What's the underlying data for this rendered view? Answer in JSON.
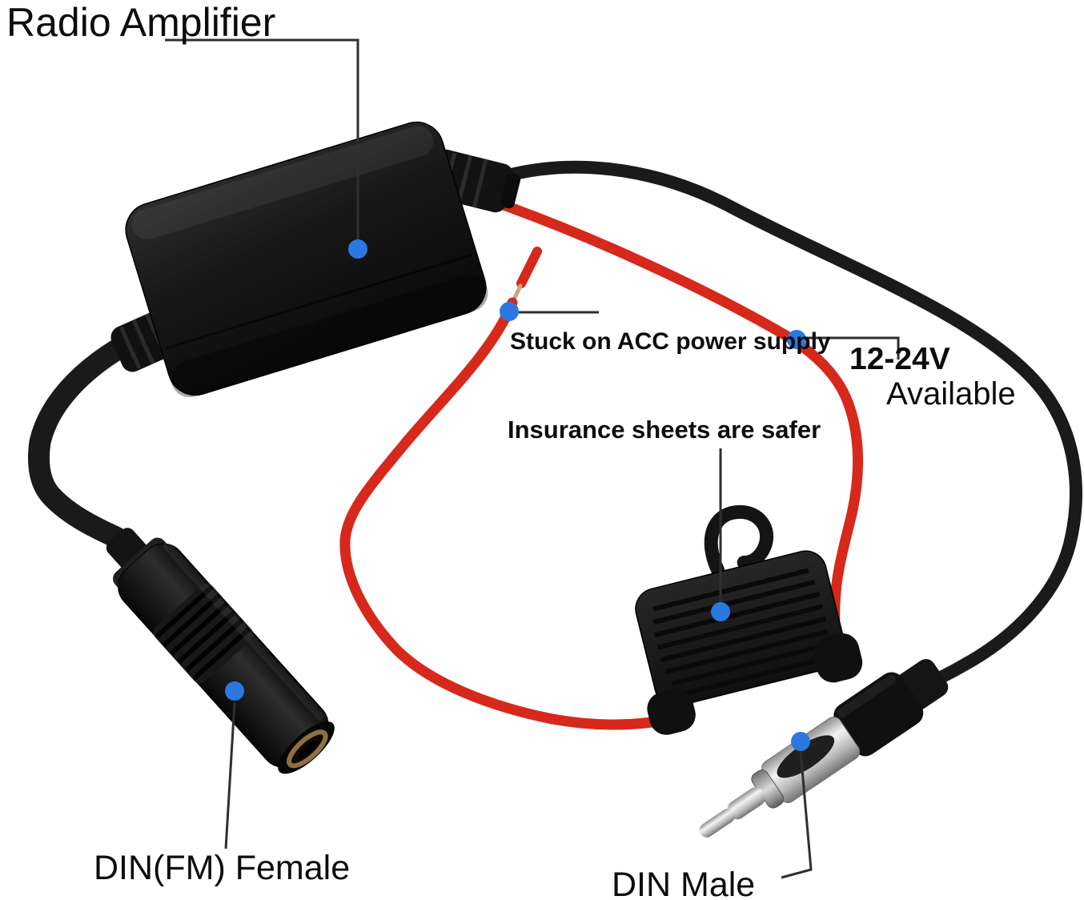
{
  "labels": {
    "amplifier": "Radio Amplifier",
    "acc": "Stuck on ACC power supply",
    "voltage": "12-24V",
    "voltage_sub": "Available",
    "fuse": "Insurance sheets are safer",
    "female": "DIN(FM) Female",
    "male": "DIN Male"
  },
  "colors": {
    "marker": "#2b79e0",
    "wire_red": "#d7281c",
    "wire_red_dark": "#a81410",
    "wire_black": "#1a1a1a",
    "bare_wire": "#c9a97e",
    "leader": "#2f2f2f",
    "text": "#0d0d0d",
    "background": "#ffffff"
  },
  "parts": {
    "amplifier_body": "radio amplifier box",
    "fuse_holder": "inline fuse holder",
    "female_connector": "DIN (FM) female antenna socket",
    "male_connector": "DIN male antenna plug",
    "power_wire": "red ACC power wire",
    "antenna_cable": "black antenna cable"
  }
}
